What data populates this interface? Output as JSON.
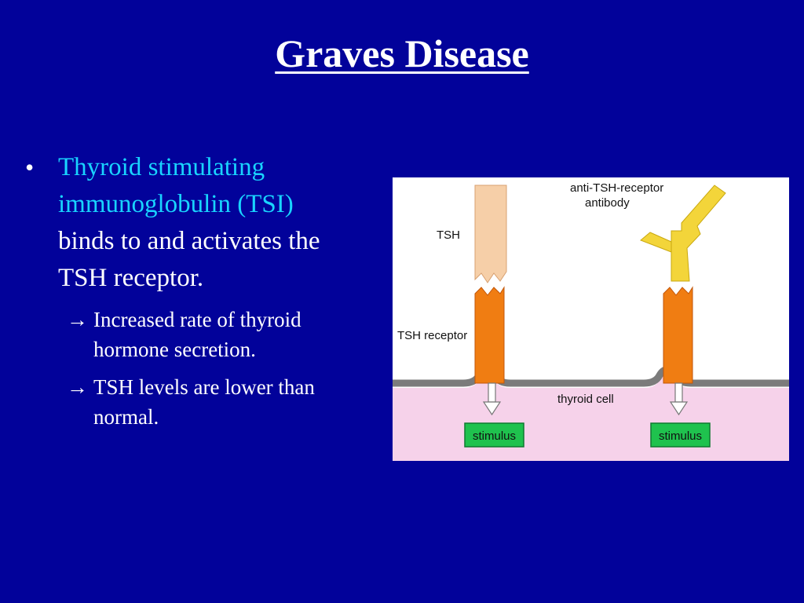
{
  "slide": {
    "title": "Graves Disease",
    "bullet": {
      "symbol": "•",
      "highlight_line1": "Thyroid stimulating",
      "highlight_line2": "immunoglobulin (TSI)",
      "rest_line1": "binds to and activates the",
      "rest_line2": "TSH receptor."
    },
    "subpoints": [
      {
        "arrow": "→",
        "line1": "Increased rate of thyroid",
        "line2": "hormone secretion."
      },
      {
        "arrow": "→",
        "line1": "TSH levels are lower than",
        "line2": "normal."
      }
    ]
  },
  "figure": {
    "label_antibody_1": "anti-TSH-receptor",
    "label_antibody_2": "antibody",
    "label_tsh": "TSH",
    "label_receptor": "TSH receptor",
    "label_cell": "thyroid cell",
    "stimulus_left": "stimulus",
    "stimulus_right": "stimulus"
  },
  "colors": {
    "background": "#02029a",
    "highlight_text": "#19d4ff",
    "receptor": "#f07d12",
    "tsh": "#f6cfa8",
    "antibody": "#f3d53a",
    "cell": "#f6d2ea",
    "stimulus_box": "#1fc24e"
  }
}
